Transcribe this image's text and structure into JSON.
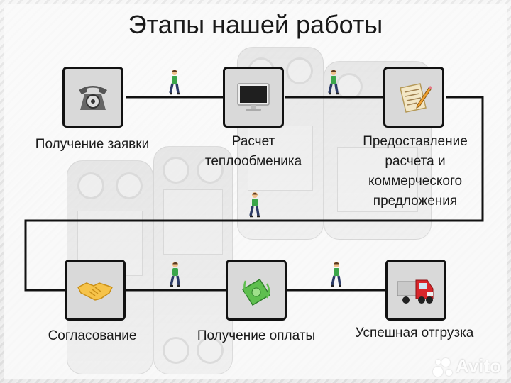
{
  "title": "Этапы нашей работы",
  "steps": [
    {
      "label": "Получение заявки",
      "icon": "telephone-icon"
    },
    {
      "label": "Расчет теплообменика",
      "icon": "computer-monitor-icon"
    },
    {
      "label": "Предоставление расчета и коммерческого предложения",
      "icon": "document-pencil-icon"
    },
    {
      "label": "Согласование",
      "icon": "handshake-icon"
    },
    {
      "label": "Получение оплаты",
      "icon": "money-icon"
    },
    {
      "label": "Успешная отгрузка",
      "icon": "truck-icon"
    }
  ],
  "captions": {
    "s1": "Получение заявки",
    "s2_l1": "Расчет",
    "s2_l2": "теплообменика",
    "s3_l1": "Предоставление",
    "s3_l2": "расчета и",
    "s3_l3": "коммерческого",
    "s3_l4": "предложения",
    "s4": "Согласование",
    "s5": "Получение оплаты",
    "s6": "Успешная отгрузка"
  },
  "watermark": "Avito",
  "colors": {
    "node_fill": "#d9d9d9",
    "line": "#111111",
    "walker_shirt": "#3aa64a"
  }
}
